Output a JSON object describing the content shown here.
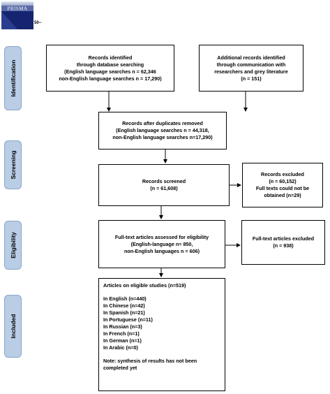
{
  "logo": {
    "wordmark": "PRISMA",
    "suffix": "50--"
  },
  "phases": {
    "identification": "Identification",
    "screening": "Screening",
    "eligibility": "Eligibility",
    "included": "Included"
  },
  "boxes": {
    "db_search": [
      "Records identified",
      "through database searching",
      "(English language searches n = 62,346",
      "non-English language searches n = 17,290)"
    ],
    "other_sources": [
      "Additional records identified",
      "through communication with",
      "researchers and grey literature",
      "(n = 151)"
    ],
    "duplicates_removed": [
      "Records after duplicates removed",
      "(English language searches n = 44,318,",
      "non-English language searches n=17,290)"
    ],
    "screened": [
      "Records screened",
      "(n = 61,608)"
    ],
    "excluded": [
      "Records excluded",
      "(n = 60,152)",
      "Full texts could not be",
      "obtained (n=29)"
    ],
    "fulltext_assessed": [
      "Full-text articles assessed for eligibility",
      "(English-language n= 850,",
      "non-English languages n = 606)"
    ],
    "fulltext_excluded": [
      "Full-text articles excluded",
      "(n = 938)"
    ],
    "included": {
      "title": "Articles on eligible studies (n=519)",
      "languages": [
        "In English (n=440)",
        "In Chinese (n=42)",
        "In Spanish (n=21)",
        "In Portuguese (n=11)",
        "In Russian (n=3)",
        "In French (n=1)",
        "In German (n=1)",
        "In Arabic (n=0)"
      ],
      "note": [
        "Note: synthesis of results has not been",
        "completed yet"
      ]
    }
  },
  "colors": {
    "phase_fill": "#b9cde5",
    "phase_border": "#8aa5c8",
    "logo_dark": "#14246e",
    "logo_light": "#cfd6ea"
  }
}
